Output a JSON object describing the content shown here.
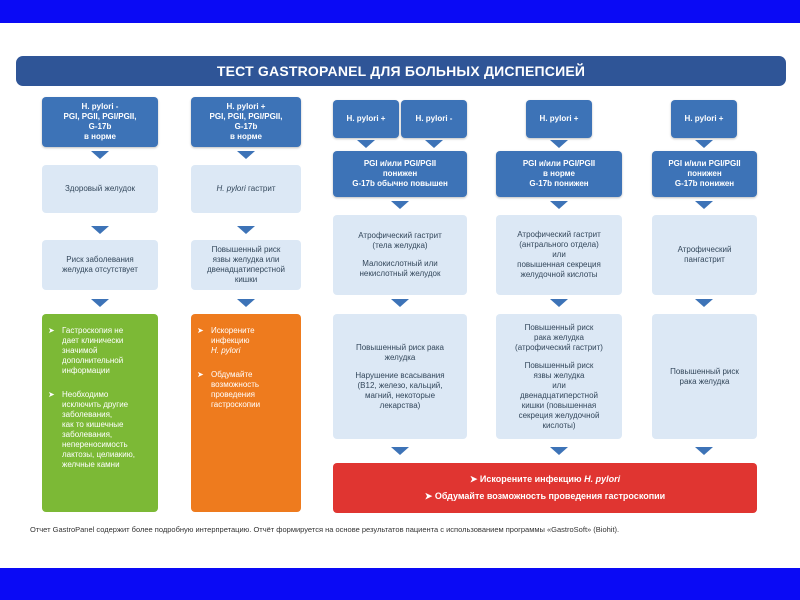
{
  "title": "ТЕСТ GASTROPANEL ДЛЯ БОЛЬНЫХ ДИСПЕПСИЕЙ",
  "col1": {
    "header": [
      "H. pylori -",
      "PGI, PGII, PGI/PGII,",
      "G-17b",
      "в норме"
    ],
    "state": "Здоровый желудок",
    "risk": [
      "Риск заболевания",
      "желудка отсутствует"
    ],
    "rec": [
      {
        "marker": "➤",
        "lines": [
          "Гастроскопия не",
          "дает клинически",
          "значимой",
          "дополнительной",
          "информации"
        ]
      },
      {
        "marker": "➤",
        "lines": [
          "Необходимо",
          "исключить другие",
          "заболевания,",
          "как то кишечные",
          "заболевания,",
          "непереносимость",
          "лактозы, целиакию,",
          "желчные камни"
        ]
      }
    ]
  },
  "col2": {
    "header": [
      "H. pylori +",
      "PGI, PGII, PGI/PGII,",
      "G-17b",
      "в норме"
    ],
    "state": [
      "H. pylori",
      " гастрит"
    ],
    "risk": [
      "Повышенный риск",
      "язвы желудка или",
      "двенадцатиперстной",
      "кишки"
    ],
    "rec": [
      {
        "marker": "➤",
        "lines": [
          "Искорените",
          "инфекцию",
          "H. pylori"
        ]
      },
      {
        "marker": "➤",
        "lines": [
          "Обдумайте",
          "возможность",
          "проведения",
          "гастроскопии"
        ]
      }
    ]
  },
  "col3": {
    "hp_plus": "H. pylori +",
    "hp_minus": "H. pylori -",
    "markers": [
      "PGI и/или PGI/PGII",
      "понижен",
      "G-17b обычно повышен"
    ],
    "diag": [
      "Атрофический гастрит",
      "(тела желудка)"
    ],
    "diag2": [
      "Малокислотный или",
      "некислотный желудок"
    ],
    "risk": [
      "Повышенный риск рака",
      "желудка"
    ],
    "risk2": [
      "Нарушение всасывания",
      "(B12, железо, кальций,",
      "магний, некоторые",
      "лекарства)"
    ]
  },
  "col4": {
    "hp": "H. pylori +",
    "markers": [
      "PGI и/или PGI/PGII",
      "в норме",
      "G-17b понижен"
    ],
    "diag": [
      "Атрофический гастрит",
      "(антрального отдела)",
      "или",
      "повышенная секреция",
      "желудочной кислоты"
    ],
    "risk": [
      "Повышенный риск",
      "рака желудка",
      "(атрофический гастрит)"
    ],
    "risk2": [
      "Повышенный риск",
      "язвы желудка",
      "или",
      "двенадцатиперстной",
      "кишки (повышенная",
      "секреция желудочной",
      "кислоты)"
    ]
  },
  "col5": {
    "hp": "H. pylori +",
    "markers": [
      "PGI и/или PGI/PGII",
      "понижен",
      "G-17b понижен"
    ],
    "diag": [
      "Атрофический",
      "пангастрит"
    ],
    "risk": [
      "Повышенный риск",
      "рака желудка"
    ]
  },
  "red": {
    "line1_pre": "➤  Искорените инфекцию ",
    "line1_it": "H. pylori",
    "line2": "➤  Обдумайте возможность проведения гастроскопии"
  },
  "footer": "Отчет GastroPanel содержит более подробную интерпретацию.  Отчёт формируется на основе результатов пациента с использованием программы «GastroSoft» (Biohit).",
  "colors": {
    "band": "#0a0af5",
    "title": "#2f5597",
    "dark": "#3d73b7",
    "light": "#dce8f5",
    "green": "#7cb936",
    "orange": "#ee7b1e",
    "red": "#e03531"
  }
}
